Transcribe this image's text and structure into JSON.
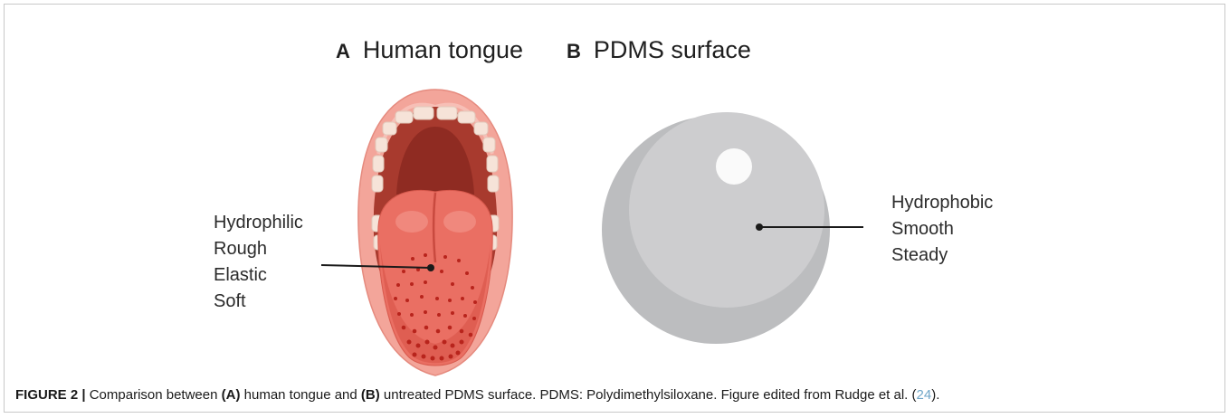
{
  "panels": {
    "a": {
      "letter": "A",
      "title": "Human tongue",
      "properties": [
        "Hydrophilic",
        "Rough",
        "Elastic",
        "Soft"
      ]
    },
    "b": {
      "letter": "B",
      "title": "PDMS surface",
      "properties": [
        "Hydrophobic",
        "Smooth",
        "Steady"
      ]
    }
  },
  "caption": {
    "figure_label": "FIGURE 2 |",
    "part1": " Comparison between ",
    "ref_a": "(A)",
    "part2": " human tongue and ",
    "ref_b": "(B)",
    "part3": " untreated PDMS surface. PDMS: Polydimethylsiloxane. Figure edited from Rudge et al. (",
    "citation": "24",
    "part4": ")."
  },
  "colors": {
    "lips": "#f3a59a",
    "mouth_interior": "#a83a2e",
    "tongue": "#ea6f63",
    "papillae": "#b8241c",
    "teeth": "#f6e3d8",
    "sphere_outer": "#bcbdbf",
    "sphere_inner": "#cdcdcf",
    "highlight": "#fafafa",
    "citation": "#6fa6c8"
  }
}
